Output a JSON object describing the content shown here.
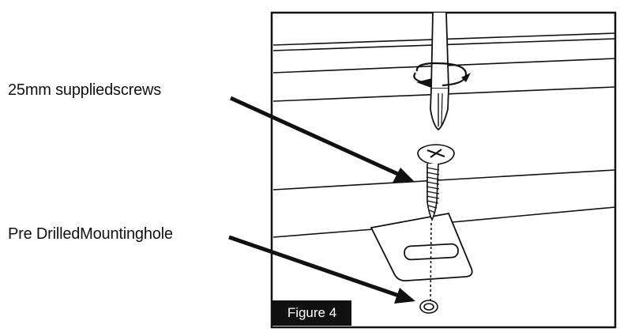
{
  "labels": {
    "screws": "25mm suppliedscrews",
    "hole": "Pre DrilledMountinghole"
  },
  "figure_caption": "Figure 4",
  "colors": {
    "ink": "#111111",
    "background": "#ffffff"
  }
}
